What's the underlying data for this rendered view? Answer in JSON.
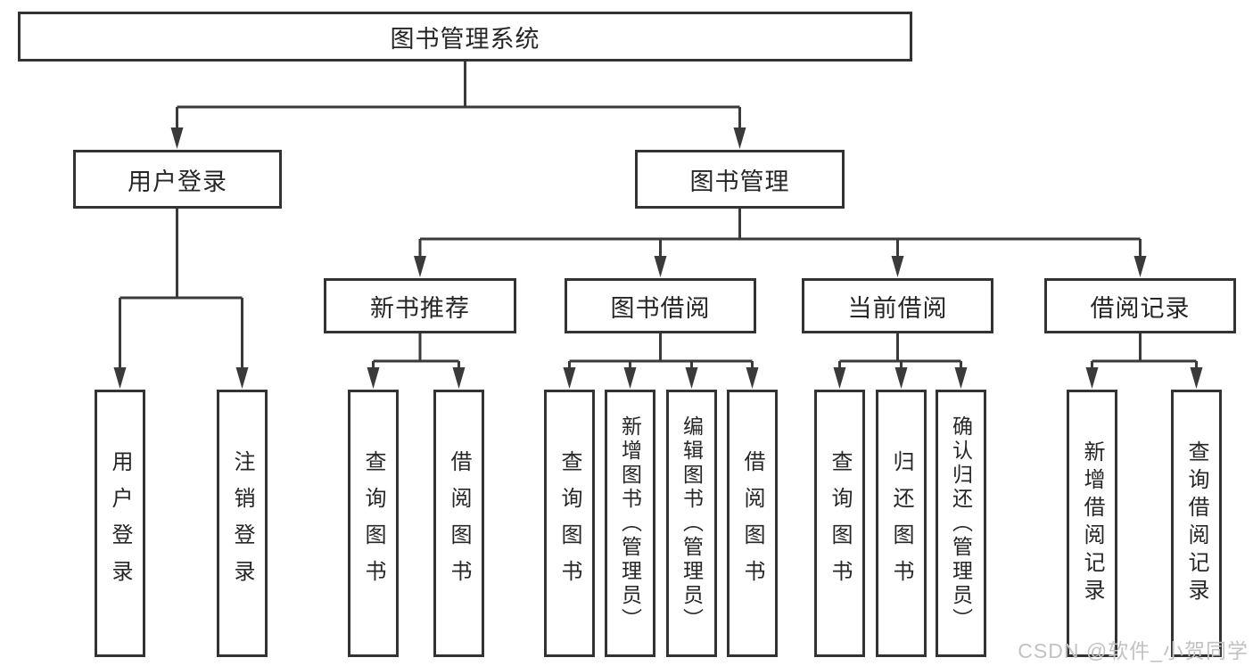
{
  "tree": {
    "root": {
      "label": "图书管理系统"
    },
    "children": [
      {
        "label": "用户登录",
        "children": [
          {
            "label": "用户登录"
          },
          {
            "label": "注销登录"
          }
        ]
      },
      {
        "label": "图书管理",
        "children": [
          {
            "label": "新书推荐",
            "children": [
              {
                "label": "查询图书"
              },
              {
                "label": "借阅图书"
              }
            ]
          },
          {
            "label": "图书借阅",
            "children": [
              {
                "label": "查询图书"
              },
              {
                "label": "新增图书（管理员）"
              },
              {
                "label": "编辑图书（管理员）"
              },
              {
                "label": "借阅图书"
              }
            ]
          },
          {
            "label": "当前借阅",
            "children": [
              {
                "label": "查询图书"
              },
              {
                "label": "归还图书"
              },
              {
                "label": "确认归还（管理员）"
              }
            ]
          },
          {
            "label": "借阅记录",
            "children": [
              {
                "label": "新增借阅记录"
              },
              {
                "label": "查询借阅记录"
              }
            ]
          }
        ]
      }
    ]
  },
  "watermark": {
    "text": "CSDN @软件_小贺同学",
    "color": "#c2c2c2"
  },
  "colors": {
    "line": "#3a3a3a",
    "border": "#333333",
    "text": "#262626",
    "background": "#ffffff"
  }
}
